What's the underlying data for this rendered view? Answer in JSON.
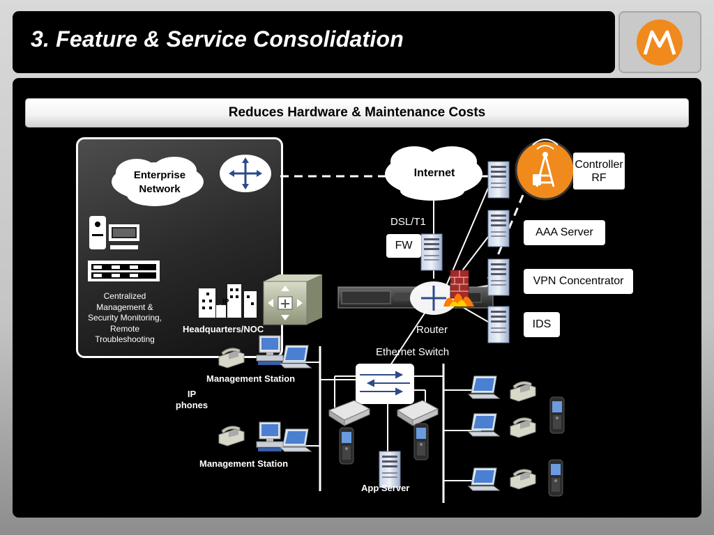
{
  "title": "3. Feature & Service Consolidation",
  "banner": "Reduces Hardware & Maintenance Costs",
  "enterprise_network": {
    "line1": "Enterprise",
    "line2": "Network"
  },
  "internet": "Internet",
  "dsl": "DSL/T1",
  "fw": "FW",
  "controller": {
    "line1": "Controller",
    "line2": "RF"
  },
  "aaa": "AAA Server",
  "vpn": "VPN Concentrator",
  "ids": "IDS",
  "router": "Router",
  "ethernet_switch": "Ethernet Switch",
  "headquarters": "Headquarters/NOC",
  "centralized": {
    "line1": "Centralized",
    "line2": "Management &",
    "line3": "Security Monitoring,",
    "line4": "Remote",
    "line5": "Troubleshooting"
  },
  "management_station_1": "Management Station",
  "management_station_2": "Management Station",
  "ip_phones": {
    "line1": "IP",
    "line2": "phones"
  },
  "app_server": "App Server",
  "building_label": "IP",
  "colors": {
    "brand_orange": "#f08a1c",
    "panel": "#000000",
    "banner_text": "#000000"
  }
}
